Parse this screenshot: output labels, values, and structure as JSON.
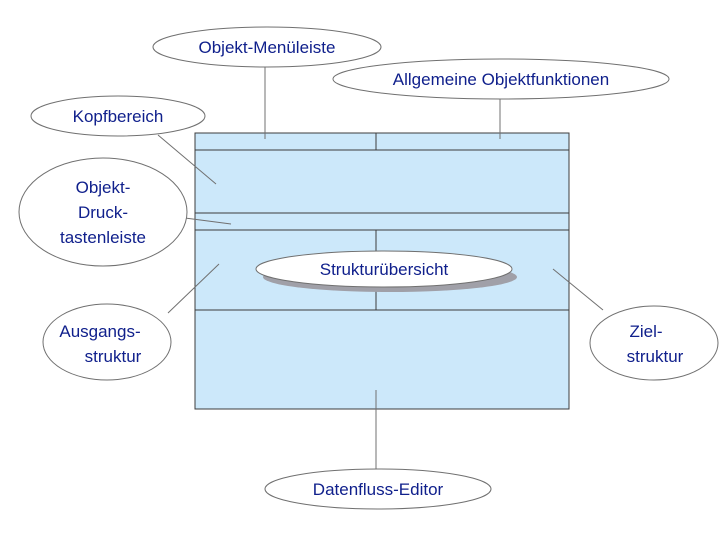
{
  "colors": {
    "panel_fill": "#cce8fa",
    "panel_stroke": "#3c3c3c",
    "text": "#10208c",
    "callout_stroke": "#707070",
    "shadow": "#a0a0a8"
  },
  "callouts": {
    "objekt_menueleiste": "Objekt-Menüleiste",
    "allgemeine_objektfunktionen": "Allgemeine Objektfunktionen",
    "kopfbereich": "Kopfbereich",
    "drucktastenleiste": [
      "Objekt-",
      "Druck-",
      "tastenleiste"
    ],
    "strukturuebersicht": "Strukturübersicht",
    "ausgangsstruktur": [
      "Ausgangs-",
      "struktur"
    ],
    "zielstruktur": [
      "Ziel-",
      "struktur"
    ],
    "datenfluss_editor": "Datenfluss-Editor"
  }
}
